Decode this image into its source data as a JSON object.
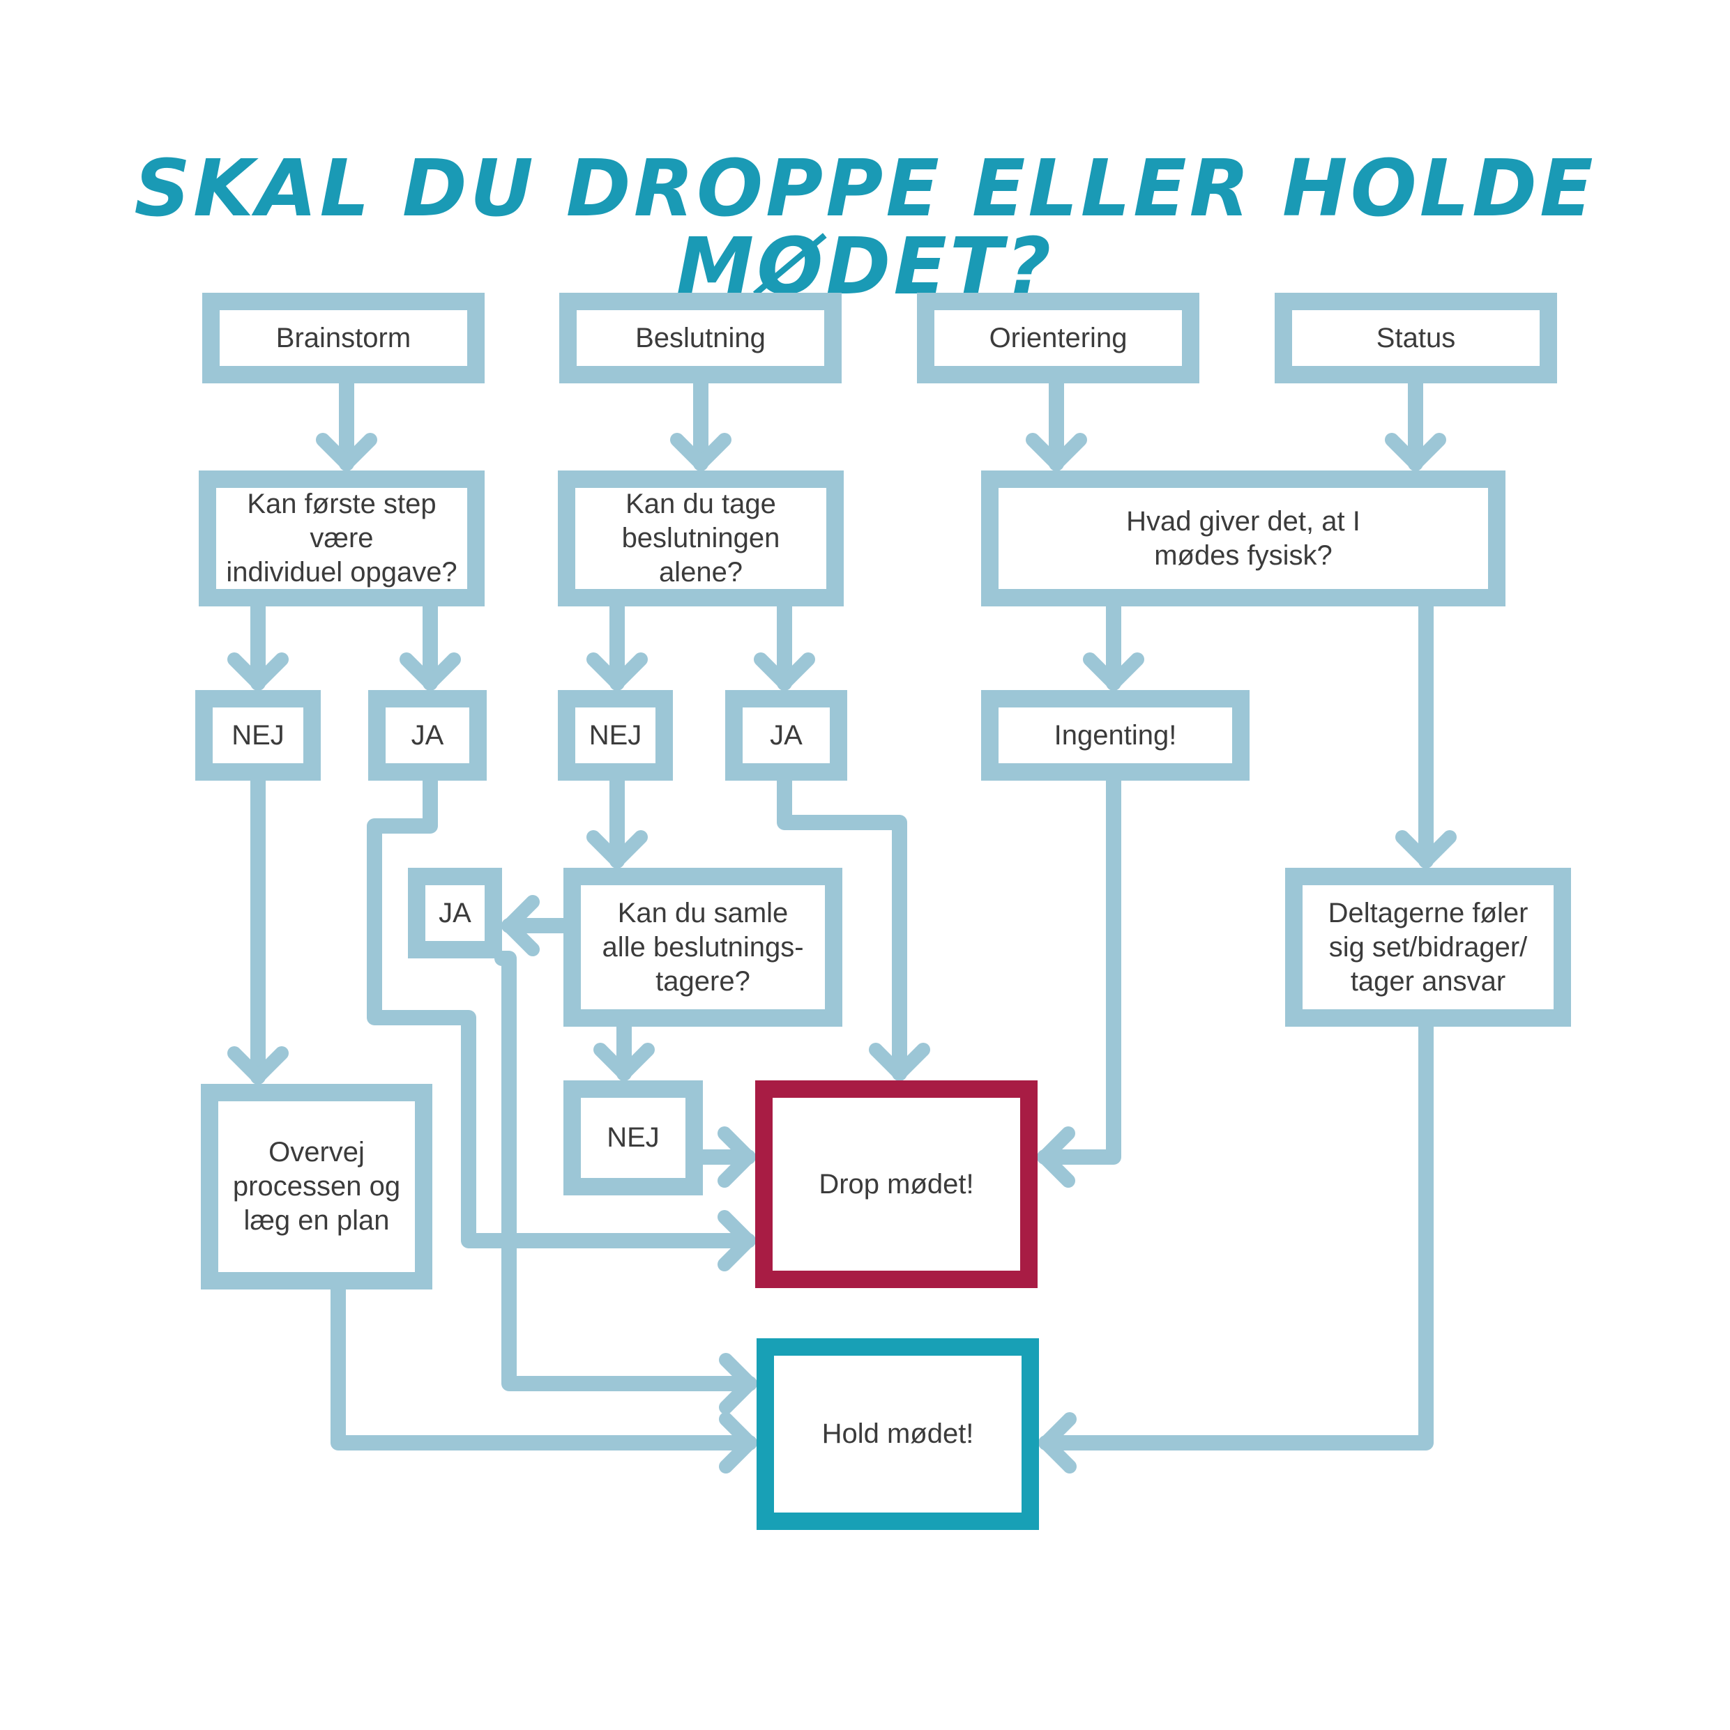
{
  "title": "SKAL DU DROPPE ELLER HOLDE MØDET?",
  "colors": {
    "title": "#1a9ab5",
    "line": "#9cc6d6",
    "drop": "#a81c44",
    "hold": "#18a0b6",
    "text": "#3b3b3b"
  },
  "nodes": {
    "brainstorm": "Brainstorm",
    "beslutning": "Beslutning",
    "orientering": "Orientering",
    "status": "Status",
    "q_individuel": "Kan første step være\nindividuel opgave?",
    "q_alene": "Kan du tage\nbeslutningen alene?",
    "q_fysisk": "Hvad giver det, at I\nmødes fysisk?",
    "nej_1": "NEJ",
    "ja_1": "JA",
    "nej_2": "NEJ",
    "ja_2": "JA",
    "ingenting": "Ingenting!",
    "ja_3": "JA",
    "q_samle": "Kan du samle\nalle beslutnings-\ntagere?",
    "deltagerne": "Deltagerne føler\nsig set/bidrager/\ntager ansvar",
    "overvej": "Overvej\nprocessen og\nlæg en plan",
    "nej_3": "NEJ",
    "drop": "Drop mødet!",
    "hold": "Hold mødet!"
  }
}
